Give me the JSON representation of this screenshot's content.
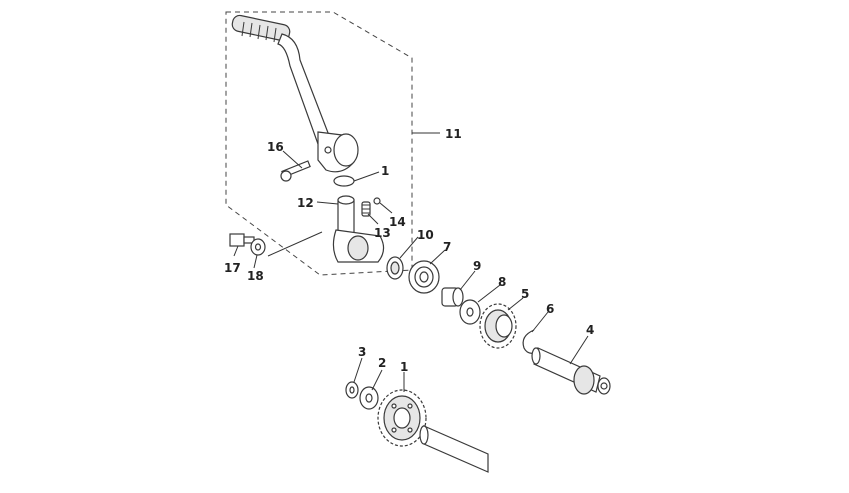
{
  "callouts": {
    "c11": "11",
    "c16": "16",
    "c1_top": "1",
    "c12": "12",
    "c13": "13",
    "c14": "14",
    "c10": "10",
    "c7": "7",
    "c17": "17",
    "c18": "18",
    "c9": "9",
    "c8": "8",
    "c5": "5",
    "c6": "6",
    "c4": "4",
    "c3": "3",
    "c2": "2",
    "c1_bottom": "1"
  },
  "colors": {
    "line": "#3a3a3a",
    "fill": "#ffffff",
    "shade": "#e6e6e6"
  }
}
